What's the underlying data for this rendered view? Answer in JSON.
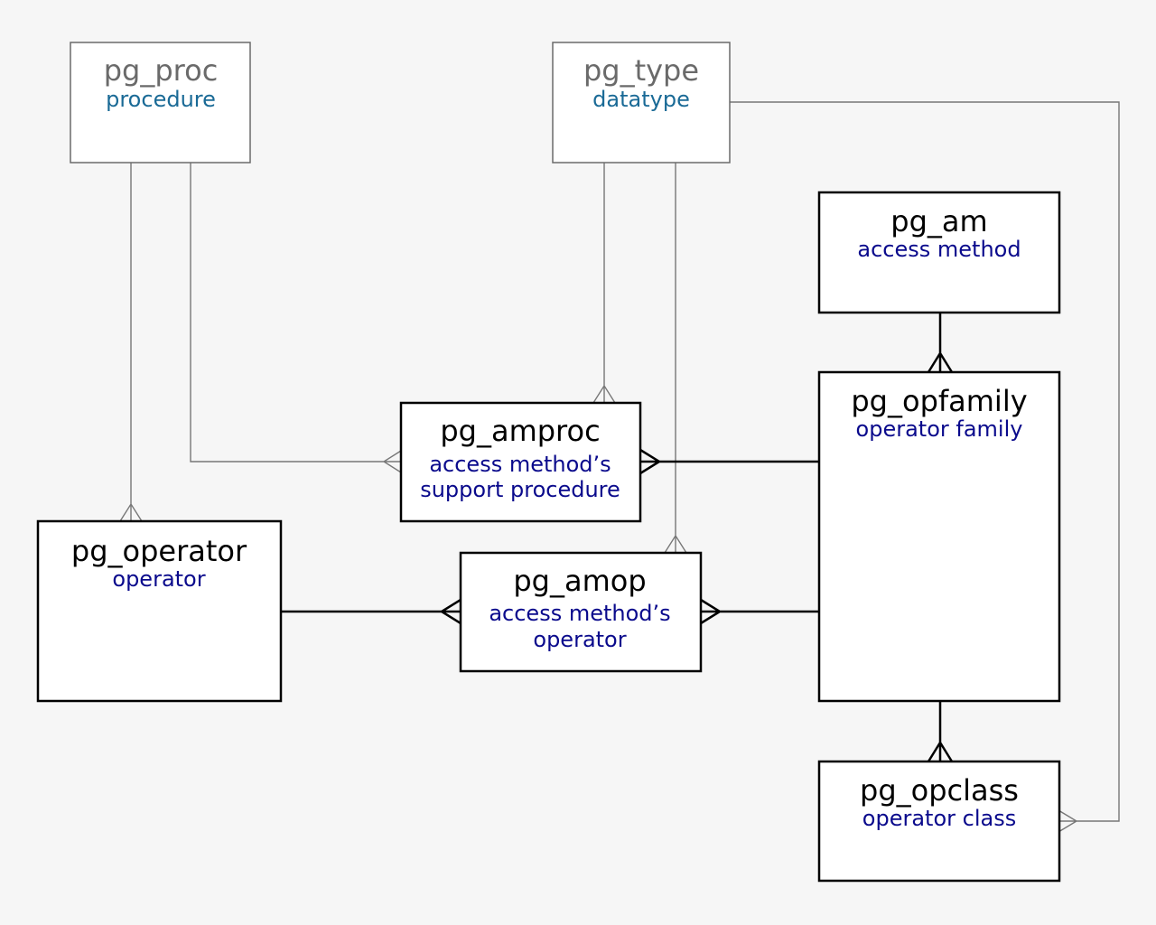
{
  "colors": {
    "background": "#f6f6f6",
    "primary_name": "#000000",
    "primary_desc": "#0a0a8c",
    "secondary_name": "#6a6a6a",
    "secondary_desc": "#1a6a96"
  },
  "entities": {
    "pg_proc": {
      "name": "pg_proc",
      "desc": [
        "procedure"
      ]
    },
    "pg_type": {
      "name": "pg_type",
      "desc": [
        "datatype"
      ]
    },
    "pg_am": {
      "name": "pg_am",
      "desc": [
        "access method"
      ]
    },
    "pg_amproc": {
      "name": "pg_amproc",
      "desc": [
        "access method’s",
        "support procedure"
      ]
    },
    "pg_opfamily": {
      "name": "pg_opfamily",
      "desc": [
        "operator family"
      ]
    },
    "pg_operator": {
      "name": "pg_operator",
      "desc": [
        "operator"
      ]
    },
    "pg_amop": {
      "name": "pg_amop",
      "desc": [
        "access method’s",
        "operator"
      ]
    },
    "pg_opclass": {
      "name": "pg_opclass",
      "desc": [
        "operator class"
      ]
    }
  }
}
